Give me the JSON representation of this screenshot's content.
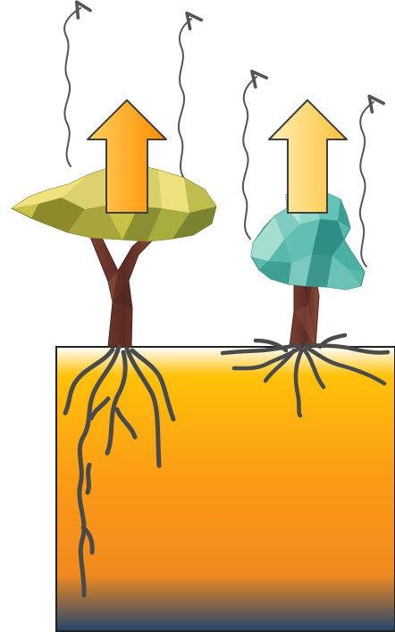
{
  "diagram": {
    "colors": {
      "background": "#ffffff",
      "soil_top": "#ffffff",
      "soil_upper": "#ffc10a",
      "soil_middle": "#fb9a16",
      "soil_lower": "#f08a1e",
      "soil_bottom": "#24456f",
      "soil_border": "#222222",
      "root": "#4a4a4a",
      "trunk": "#6e3a2f",
      "trunk_shadow": "#4d2622",
      "canopy_left_light": "#e9df74",
      "canopy_left_dark": "#8c8a2b",
      "canopy_right_light": "#8ad7cd",
      "canopy_right_dark": "#2f9b91",
      "arrow_light": "#fff0ad",
      "arrow_dark": "#ff8d00",
      "arrow_outline": "#3f3f3f",
      "wavy_arrow": "#555555"
    },
    "trees": [
      {
        "name": "shallow-canopy-acacia",
        "canopy": "wide-flat-yellow",
        "roots": "deep"
      },
      {
        "name": "compact-teal-tree",
        "canopy": "round-teal",
        "roots": "shallow"
      }
    ],
    "icons": [
      "wavy-up-arrow-icon",
      "block-up-arrow-icon"
    ]
  }
}
